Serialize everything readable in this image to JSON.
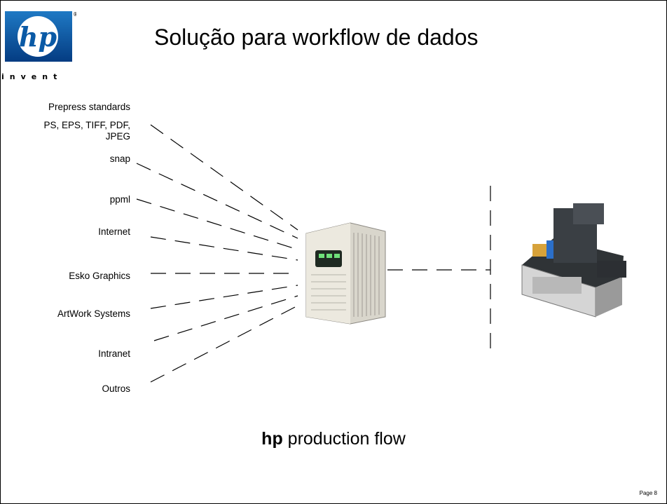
{
  "slide": {
    "title": "Solução para workflow de dados",
    "logo": {
      "mark": "hp",
      "tagline": "invent",
      "registered": "®"
    },
    "sources": [
      "Prepress standards",
      "PS, EPS, TIFF, PDF,\nJPEG",
      "snap",
      "ppml",
      "Internet",
      "Esko Graphics",
      "ArtWork Systems",
      "Intranet",
      "Outros"
    ],
    "footer": {
      "brand": "hp",
      "label": " production flow"
    },
    "page": "Page 8"
  },
  "colors": {
    "logo_blue": "#0a5aa6",
    "logo_dark": "#002f6c",
    "line": "#000000"
  },
  "icons": [
    "server-tower-icon",
    "digital-press-icon"
  ]
}
